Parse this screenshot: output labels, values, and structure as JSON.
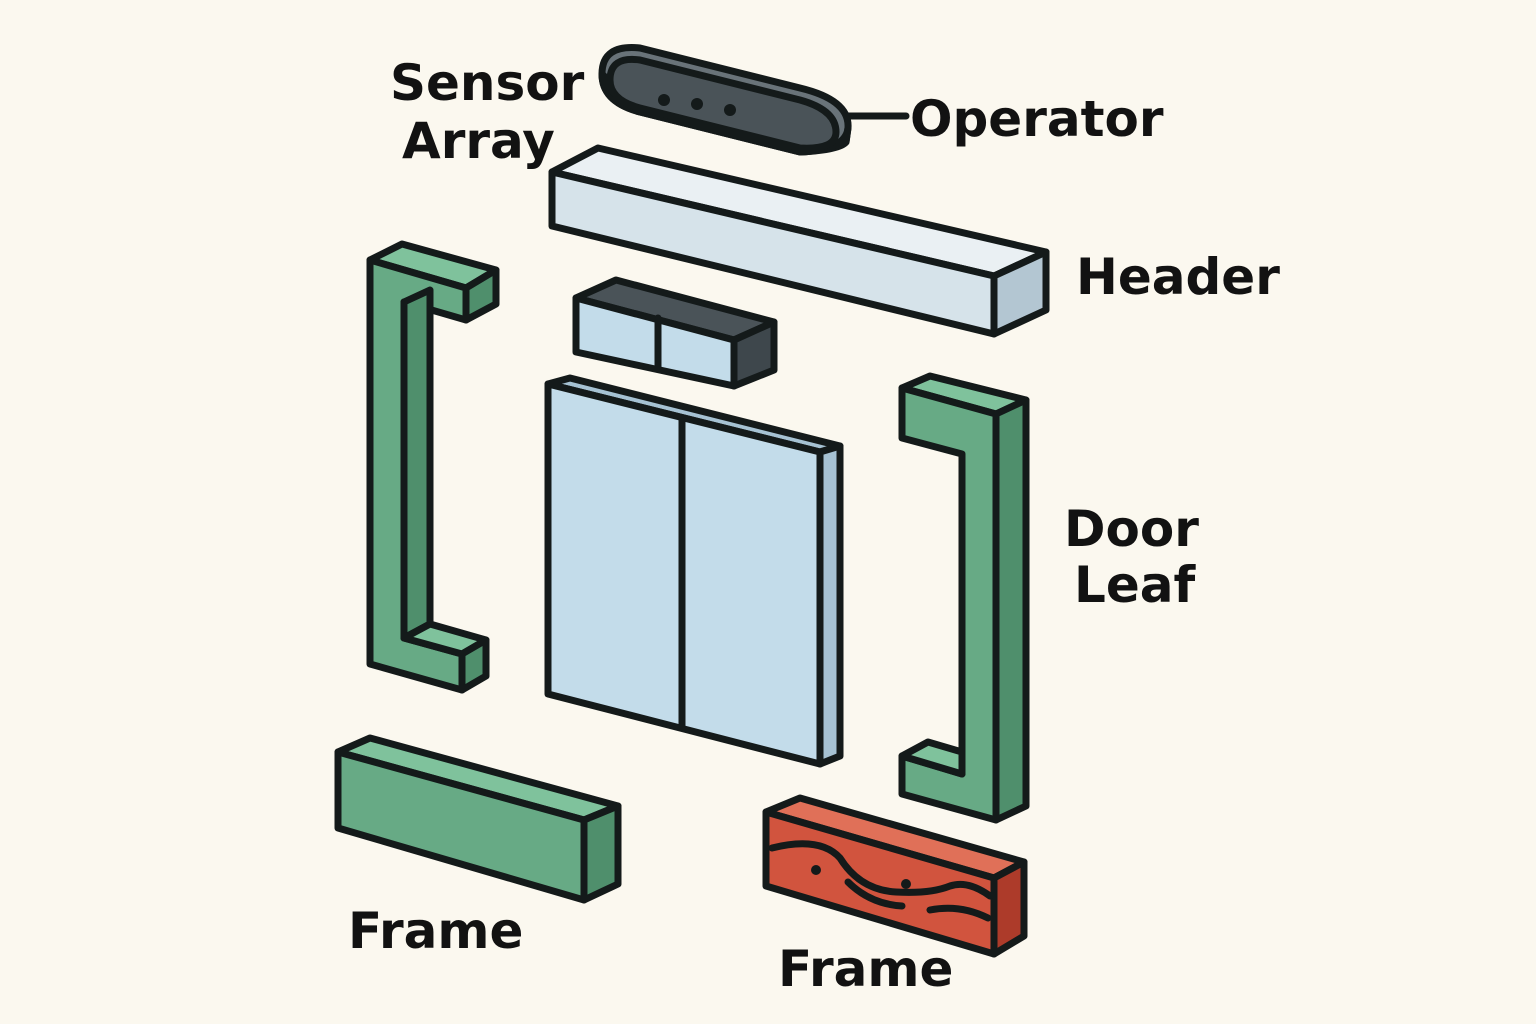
{
  "labels": {
    "sensor_array_line1": "Sensor",
    "sensor_array_line2": "Array",
    "operator": "Operator",
    "header": "Header",
    "door_leaf_line1": "Door",
    "door_leaf_line2": "Leaf",
    "frame_left": "Frame",
    "frame_right": "Frame"
  },
  "colors": {
    "background": "#fbf8ef",
    "outline": "#141a1a",
    "frame_green": "#67aa85",
    "frame_green_dark": "#4f8f6c",
    "glass_blue": "#c3dcea",
    "glass_blue_dark": "#a6c2d3",
    "header_face": "#d6e3ea",
    "header_side": "#b3c6d2",
    "operator_body": "#4a5358",
    "operator_top": "#697379",
    "wood_red": "#d1543e",
    "wood_red_dark": "#ad3b2a"
  }
}
